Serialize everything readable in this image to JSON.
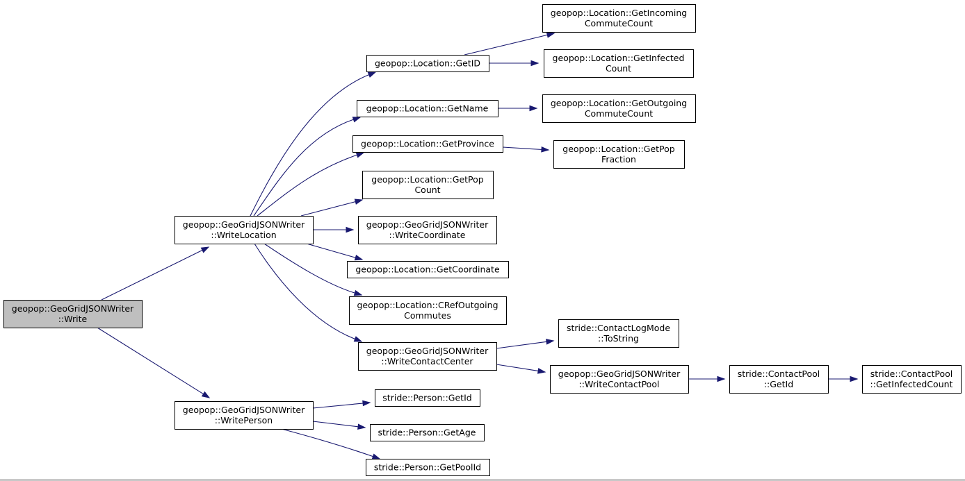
{
  "graph": {
    "nodes": [
      {
        "id": "write",
        "name": "node-write",
        "lines": [
          "geopop::GeoGridJSONWriter",
          "::Write"
        ],
        "root": true
      },
      {
        "id": "writeLocation",
        "name": "node-write-location",
        "lines": [
          "geopop::GeoGridJSONWriter",
          "::WriteLocation"
        ]
      },
      {
        "id": "writePerson",
        "name": "node-write-person",
        "lines": [
          "geopop::GeoGridJSONWriter",
          "::WritePerson"
        ]
      },
      {
        "id": "getID",
        "name": "node-location-get-id",
        "lines": [
          "geopop::Location::GetID"
        ]
      },
      {
        "id": "getName",
        "name": "node-location-get-name",
        "lines": [
          "geopop::Location::GetName"
        ]
      },
      {
        "id": "getProvince",
        "name": "node-location-get-province",
        "lines": [
          "geopop::Location::GetProvince"
        ]
      },
      {
        "id": "getPopCount",
        "name": "node-location-get-pop-count",
        "lines": [
          "geopop::Location::GetPop",
          "Count"
        ]
      },
      {
        "id": "writeCoordinate",
        "name": "node-write-coordinate",
        "lines": [
          "geopop::GeoGridJSONWriter",
          "::WriteCoordinate"
        ]
      },
      {
        "id": "getCoordinate",
        "name": "node-location-get-coordinate",
        "lines": [
          "geopop::Location::GetCoordinate"
        ]
      },
      {
        "id": "cRefOutgoing",
        "name": "node-location-cref-outgoing-commutes",
        "lines": [
          "geopop::Location::CRefOutgoing",
          "Commutes"
        ]
      },
      {
        "id": "writeContactCenter",
        "name": "node-write-contact-center",
        "lines": [
          "geopop::GeoGridJSONWriter",
          "::WriteContactCenter"
        ]
      },
      {
        "id": "getIncoming",
        "name": "node-location-get-incoming-commute-count",
        "lines": [
          "geopop::Location::GetIncoming",
          "CommuteCount"
        ]
      },
      {
        "id": "getInfected",
        "name": "node-location-get-infected-count",
        "lines": [
          "geopop::Location::GetInfected",
          "Count"
        ]
      },
      {
        "id": "getOutgoing",
        "name": "node-location-get-outgoing-commute-count",
        "lines": [
          "geopop::Location::GetOutgoing",
          "CommuteCount"
        ]
      },
      {
        "id": "getPopFraction",
        "name": "node-location-get-pop-fraction",
        "lines": [
          "geopop::Location::GetPop",
          "Fraction"
        ]
      },
      {
        "id": "toString",
        "name": "node-contact-log-mode-to-string",
        "lines": [
          "stride::ContactLogMode",
          "::ToString"
        ]
      },
      {
        "id": "writeContactPool",
        "name": "node-write-contact-pool",
        "lines": [
          "geopop::GeoGridJSONWriter",
          "::WriteContactPool"
        ]
      },
      {
        "id": "poolGetId",
        "name": "node-contact-pool-get-id",
        "lines": [
          "stride::ContactPool",
          "::GetId"
        ]
      },
      {
        "id": "poolGetInfected",
        "name": "node-contact-pool-get-infected-count",
        "lines": [
          "stride::ContactPool",
          "::GetInfectedCount"
        ]
      },
      {
        "id": "personGetId",
        "name": "node-person-get-id",
        "lines": [
          "stride::Person::GetId"
        ]
      },
      {
        "id": "personGetAge",
        "name": "node-person-get-age",
        "lines": [
          "stride::Person::GetAge"
        ]
      },
      {
        "id": "personGetPoolId",
        "name": "node-person-get-pool-id",
        "lines": [
          "stride::Person::GetPoolId"
        ]
      }
    ],
    "edges": [
      [
        "write",
        "writeLocation"
      ],
      [
        "write",
        "writePerson"
      ],
      [
        "writeLocation",
        "getID"
      ],
      [
        "writeLocation",
        "getName"
      ],
      [
        "writeLocation",
        "getProvince"
      ],
      [
        "writeLocation",
        "getPopCount"
      ],
      [
        "writeLocation",
        "writeCoordinate"
      ],
      [
        "writeLocation",
        "getCoordinate"
      ],
      [
        "writeLocation",
        "cRefOutgoing"
      ],
      [
        "writeLocation",
        "writeContactCenter"
      ],
      [
        "getID",
        "getIncoming"
      ],
      [
        "getID",
        "getInfected"
      ],
      [
        "getName",
        "getOutgoing"
      ],
      [
        "getProvince",
        "getPopFraction"
      ],
      [
        "writeContactCenter",
        "toString"
      ],
      [
        "writeContactCenter",
        "writeContactPool"
      ],
      [
        "writeContactPool",
        "poolGetId"
      ],
      [
        "poolGetId",
        "poolGetInfected"
      ],
      [
        "writePerson",
        "personGetId"
      ],
      [
        "writePerson",
        "personGetAge"
      ],
      [
        "writePerson",
        "personGetPoolId"
      ]
    ]
  }
}
